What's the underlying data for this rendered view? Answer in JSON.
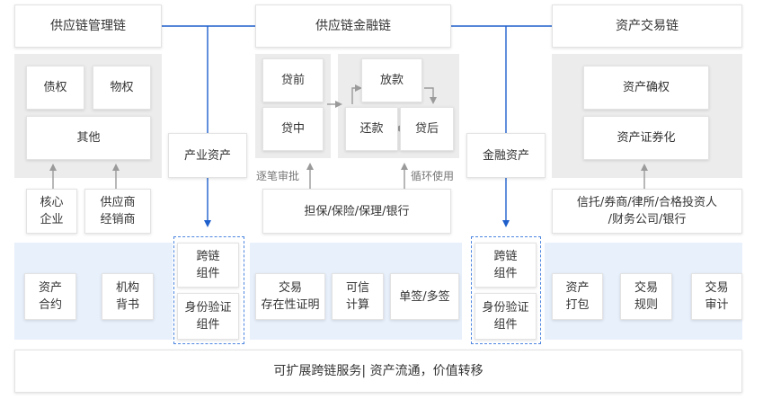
{
  "headers": {
    "supply_chain_mgmt": "供应链管理链",
    "supply_chain_finance": "供应链金融链",
    "asset_trading": "资产交易链"
  },
  "left_panel": {
    "claims": "债权",
    "property_rights": "物权",
    "others": "其他"
  },
  "finance_panel": {
    "pre_loan": "贷前",
    "in_loan": "贷中",
    "disbursement": "放款",
    "post_loan": "贷后",
    "repayment": "还款"
  },
  "right_panel": {
    "asset_confirmation": "资产确权",
    "asset_securitization": "资产证券化"
  },
  "nodes": {
    "industrial_assets": "产业资产",
    "financial_assets": "金融资产",
    "core_enterprise": "核心\n企业",
    "supplier_distributor": "供应商\n经销商",
    "guarantee_group": "担保/保险/保理/银行",
    "trust_group": "信托/券商/律所/合格投资人\n/财务公司/银行"
  },
  "edge_labels": {
    "step_approval": "逐笔审批",
    "cycle_use": "循环使用"
  },
  "components": {
    "asset_contract": "资产\n合约",
    "agency_endorsement": "机构\n背书",
    "cross_chain_left": "跨链\n组件",
    "identity_left": "身份验证\n组件",
    "trade_proof": "交易\n存在性证明",
    "trusted_compute": "可信\n计算",
    "single_multi_sign": "单签/多签",
    "cross_chain_right": "跨链\n组件",
    "identity_right": "身份验证\n组件",
    "asset_packaging": "资产\n打包",
    "trade_rules": "交易\n规则",
    "trade_audit": "交易\n审计"
  },
  "footer": {
    "text": "可扩展跨链服务| 资产流通，价值转移"
  },
  "colors": {
    "connector_blue": "#1f5fcc",
    "arrow_gray": "#9a9a9a",
    "band_blue": "#e8f0fc",
    "panel_gray": "#ececec",
    "dashed_blue": "#4d86e0"
  }
}
